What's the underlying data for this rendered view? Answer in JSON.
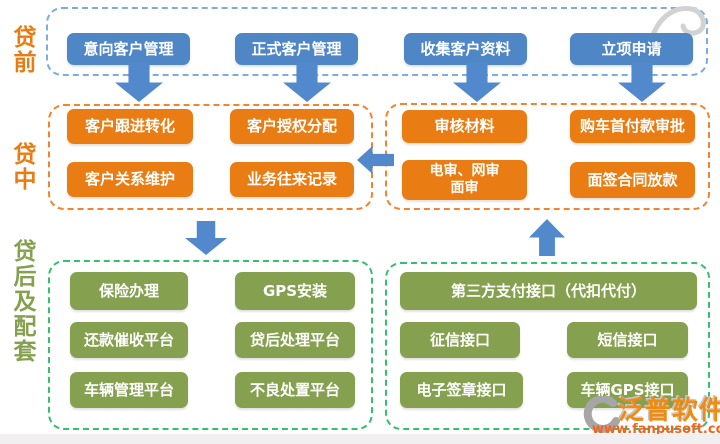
{
  "diagram": {
    "stages": [
      {
        "id": "pre_loan",
        "label": "贷前",
        "groups": [
          {
            "items": [
              "意向客户管理",
              "正式客户管理",
              "收集客户资料",
              "立项申请"
            ]
          }
        ]
      },
      {
        "id": "in_loan",
        "label": "贷中",
        "groups": [
          {
            "items": [
              "客户跟进转化",
              "客户授权分配",
              "客户关系维护",
              "业务往来记录"
            ]
          },
          {
            "items": [
              "审核材料",
              "购车首付款审批",
              "电审、网审\n面审",
              "面签合同放款"
            ]
          }
        ]
      },
      {
        "id": "post_loan",
        "label": "贷后及配套",
        "groups": [
          {
            "items": [
              "保险办理",
              "GPS安装",
              "还款催收平台",
              "贷后处理平台",
              "车辆管理平台",
              "不良处置平台"
            ]
          },
          {
            "items": [
              "第三方支付接口（代扣代付）",
              "征信接口",
              "短信接口",
              "电子签章接口",
              "车辆GPS接口"
            ]
          }
        ]
      }
    ],
    "watermark": {
      "brand": "泛普软件",
      "url": "www.fanpusoft.com"
    },
    "colors": {
      "pre_node": "#4f86c6",
      "mid_node": "#e97c13",
      "post_node": "#85a04e",
      "pre_border": "#7aade0",
      "mid_border": "#f5832c",
      "post_border": "#35c06e",
      "arrow": "#5289cd",
      "pre_label": "#e87c12",
      "post_label": "#85a04e"
    }
  }
}
